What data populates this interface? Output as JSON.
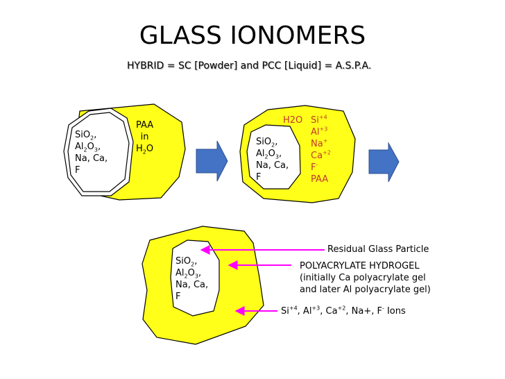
{
  "title": "GLASS IONOMERS",
  "subtitle": "HYBRID = SC [Powder] and PCC [Liquid] = A.S.P.A.",
  "colors": {
    "particle_fill": "#ffff1a",
    "arrow_fill": "#4472c4",
    "pointer": "#ff00ff",
    "ion_text": "#c0392b"
  },
  "stage1": {
    "particle": [
      "SiO",
      "2",
      ",",
      "Al",
      "2",
      "O",
      "3",
      ",",
      "Na, Ca,",
      "F"
    ],
    "liquid": [
      "PAA",
      "in",
      "H",
      "2",
      "O"
    ]
  },
  "stage2": {
    "water": "H2O",
    "particle": [
      "SiO",
      "2",
      ",",
      "Al",
      "2",
      "O",
      "3",
      ",",
      "Na, Ca,",
      "F"
    ],
    "ions": [
      "Si",
      "+4",
      "Al",
      "+3",
      "Na",
      "+",
      "Ca",
      "+2",
      "F",
      "-",
      "PAA"
    ]
  },
  "stage3": {
    "particle": [
      "SiO",
      "2",
      ",",
      "Al",
      "2",
      "O",
      "3",
      ",",
      "Na, Ca,",
      "F"
    ],
    "residual_label": "Residual Glass Particle",
    "hydrogel_label": [
      "POLYACRYLATE HYDROGEL",
      "(initially Ca polyacrylate gel",
      "and later Al polyacrylate gel)"
    ],
    "ions_label": [
      "Si",
      "+4",
      ", Al",
      "+3",
      ", Ca",
      "+2",
      ", Na+, F",
      "-",
      "  Ions"
    ]
  }
}
